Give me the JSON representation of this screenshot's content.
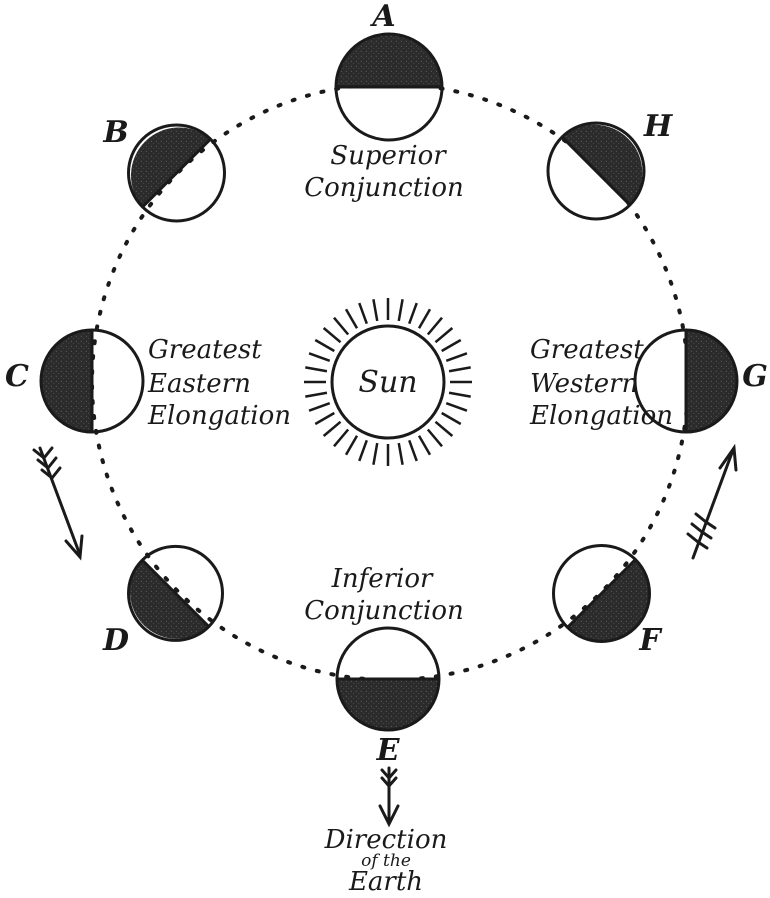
{
  "phases": [
    {
      "letter": "A",
      "caption": [
        "Superior",
        "Conjunction"
      ]
    },
    {
      "letter": "B",
      "caption": []
    },
    {
      "letter": "C",
      "caption": [
        "Greatest",
        "Eastern",
        "Elongation"
      ]
    },
    {
      "letter": "D",
      "caption": []
    },
    {
      "letter": "E",
      "caption": [
        "Inferior",
        "Conjunction"
      ]
    },
    {
      "letter": "F",
      "caption": []
    },
    {
      "letter": "G",
      "caption": [
        "Greatest",
        "Western",
        "Elongation"
      ]
    },
    {
      "letter": "H",
      "caption": []
    }
  ],
  "sun": {
    "label": "Sun"
  },
  "earth_direction": {
    "line1": "Direction",
    "line2": "of the",
    "line3": "Earth"
  },
  "colors": {
    "dark": "#2b2b2b",
    "ink": "#1a1a1a",
    "background": "#ffffff"
  }
}
